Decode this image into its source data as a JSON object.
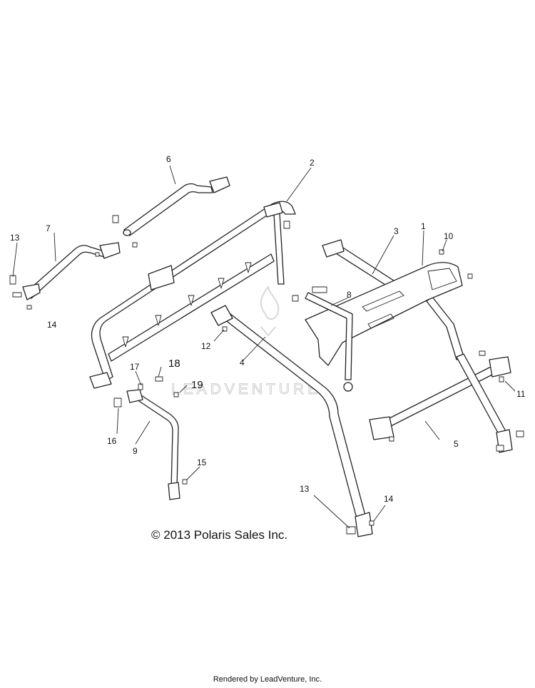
{
  "copyright": "© 2013 Polaris Sales Inc.",
  "footer": "Rendered by LeadVenture, Inc.",
  "watermark": "LEADVENTURE",
  "callouts": [
    {
      "id": "c1",
      "label": "1"
    },
    {
      "id": "c2",
      "label": "2"
    },
    {
      "id": "c3",
      "label": "3"
    },
    {
      "id": "c4",
      "label": "4"
    },
    {
      "id": "c5",
      "label": "5"
    },
    {
      "id": "c6",
      "label": "6"
    },
    {
      "id": "c7",
      "label": "7"
    },
    {
      "id": "c8",
      "label": "8"
    },
    {
      "id": "c9",
      "label": "9"
    },
    {
      "id": "c10",
      "label": "10"
    },
    {
      "id": "c11",
      "label": "11"
    },
    {
      "id": "c12",
      "label": "12"
    },
    {
      "id": "c13a",
      "label": "13"
    },
    {
      "id": "c13b",
      "label": "13"
    },
    {
      "id": "c14a",
      "label": "14"
    },
    {
      "id": "c14b",
      "label": "14"
    },
    {
      "id": "c15",
      "label": "15"
    },
    {
      "id": "c16",
      "label": "16"
    },
    {
      "id": "c17",
      "label": "17"
    },
    {
      "id": "c18",
      "label": "18"
    },
    {
      "id": "c19",
      "label": "19"
    }
  ]
}
